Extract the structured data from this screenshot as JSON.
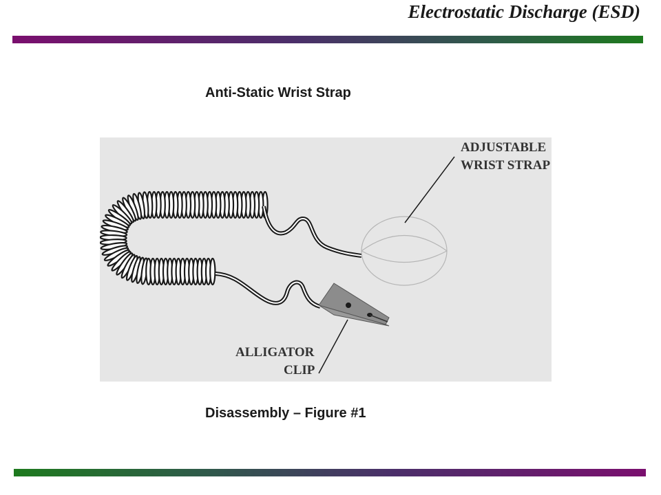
{
  "header": {
    "title": "Electrostatic Discharge (ESD)"
  },
  "figure": {
    "caption_top": "Anti-Static Wrist Strap",
    "caption_bottom": "Disassembly – Figure #1",
    "labels": {
      "wrist_strap_line1": "ADJUSTABLE",
      "wrist_strap_line2": "WRIST STRAP",
      "clip_line1": "ALLIGATOR",
      "clip_line2": "CLIP"
    }
  },
  "colors": {
    "bar_purple": "#7a0f6e",
    "bar_green": "#1e7a1e",
    "figure_background": "#e6e6e6",
    "clip_gray": "#8a8a8a"
  }
}
